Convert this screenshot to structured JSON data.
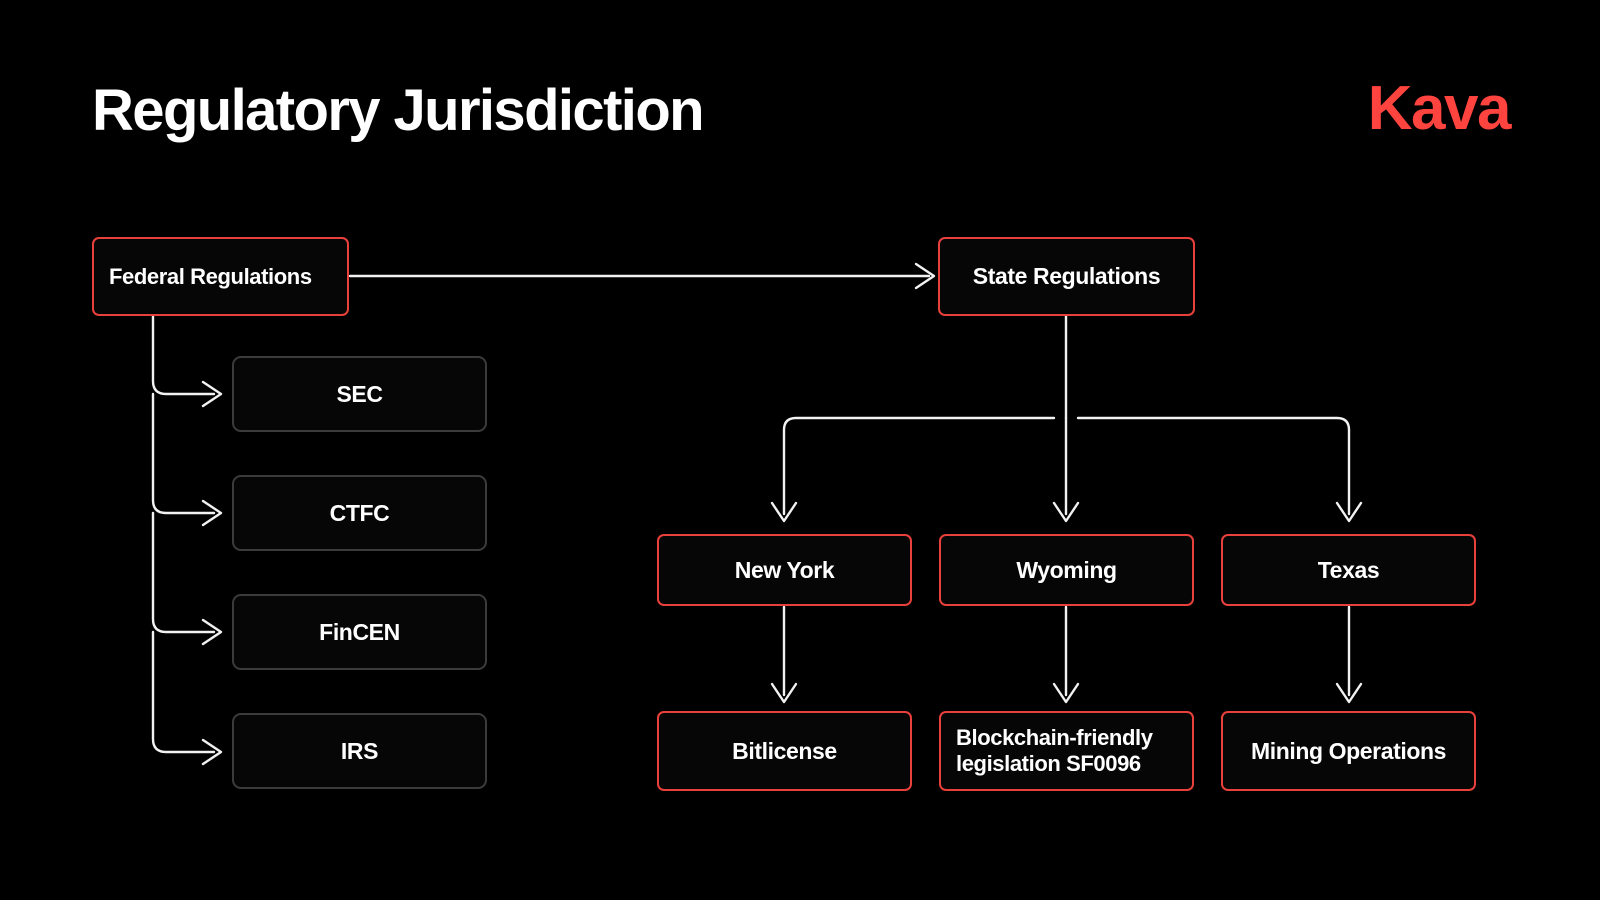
{
  "header": {
    "title": "Regulatory Jurisdiction",
    "brand": "Kava"
  },
  "colors": {
    "background": "#000000",
    "brand_red": "#FF433E",
    "node_border_red": "#E8403A",
    "node_border_grey": "#3d3a3c",
    "connector": "#f2f2f2",
    "text": "#ffffff"
  },
  "diagram": {
    "type": "flowchart",
    "roots": [
      "federal-regulations",
      "state-regulations"
    ],
    "nodes": {
      "federal_regulations": {
        "label": "Federal Regulations",
        "style": "red",
        "align": "left"
      },
      "state_regulations": {
        "label": "State Regulations",
        "style": "red",
        "align": "center"
      },
      "sec": {
        "label": "SEC",
        "style": "grey",
        "align": "center"
      },
      "cftc": {
        "label": "CTFC",
        "style": "grey",
        "align": "center"
      },
      "fincen": {
        "label": "FinCEN",
        "style": "grey",
        "align": "center"
      },
      "irs": {
        "label": "IRS",
        "style": "grey",
        "align": "center"
      },
      "new_york": {
        "label": "New York",
        "style": "red",
        "align": "center"
      },
      "wyoming": {
        "label": "Wyoming",
        "style": "red",
        "align": "center"
      },
      "texas": {
        "label": "Texas",
        "style": "red",
        "align": "center"
      },
      "bitlicense": {
        "label": "Bitlicense",
        "style": "red",
        "align": "center"
      },
      "sf0096_line1": {
        "label": "Blockchain-friendly",
        "style": "red",
        "align": "left"
      },
      "sf0096_line2": {
        "label": "legislation SF0096",
        "style": "red",
        "align": "left"
      },
      "mining_operations": {
        "label": "Mining Operations",
        "style": "red",
        "align": "center"
      }
    },
    "edges": [
      {
        "from": "federal_regulations",
        "to": "state_regulations",
        "shape": "horizontal-arrow"
      },
      {
        "from": "federal_regulations",
        "to": "sec",
        "shape": "elbow-right"
      },
      {
        "from": "federal_regulations",
        "to": "cftc",
        "shape": "elbow-right"
      },
      {
        "from": "federal_regulations",
        "to": "fincen",
        "shape": "elbow-right"
      },
      {
        "from": "federal_regulations",
        "to": "irs",
        "shape": "elbow-right"
      },
      {
        "from": "state_regulations",
        "to": "new_york",
        "shape": "tree-branch"
      },
      {
        "from": "state_regulations",
        "to": "wyoming",
        "shape": "tree-branch"
      },
      {
        "from": "state_regulations",
        "to": "texas",
        "shape": "tree-branch"
      },
      {
        "from": "new_york",
        "to": "bitlicense",
        "shape": "vertical-arrow"
      },
      {
        "from": "wyoming",
        "to": "sf0096_line1",
        "shape": "vertical-arrow"
      },
      {
        "from": "texas",
        "to": "mining_operations",
        "shape": "vertical-arrow"
      }
    ]
  }
}
